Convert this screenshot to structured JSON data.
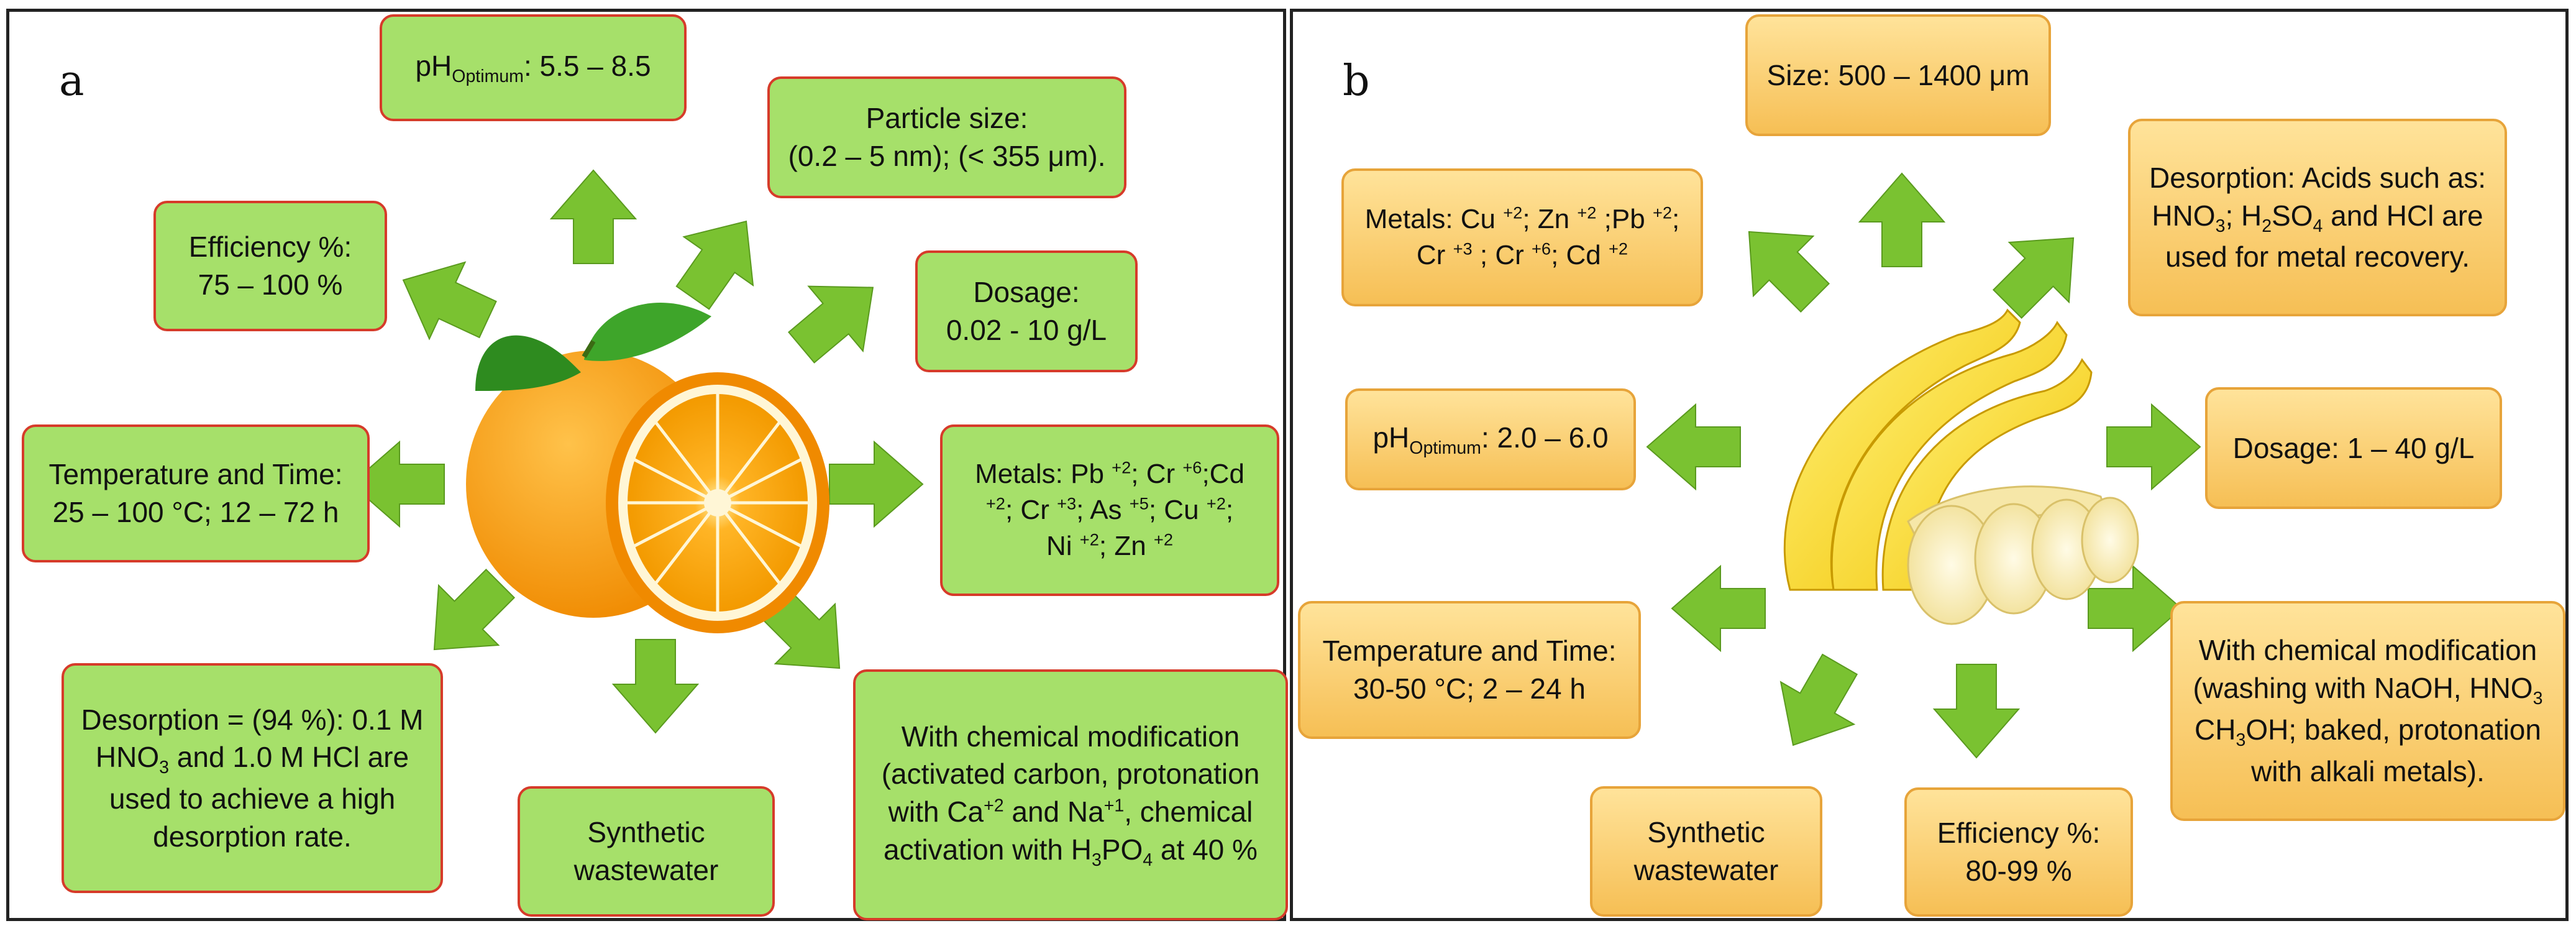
{
  "panel_a": {
    "label": "a",
    "item_ph": {
      "pre": "pH",
      "sub": "Optimum",
      "post": ": 5.5 – 8.5"
    },
    "item_particle": {
      "line1": "Particle size:",
      "line2": "(0.2 – 5 nm); (< 355 μm)."
    },
    "item_efficiency": {
      "line1": "Efficiency %:",
      "line2": "75 – 100 %"
    },
    "item_dosage": {
      "line1": "Dosage:",
      "line2": "0.02 - 10 g/L"
    },
    "item_temperature": {
      "line1": "Temperature and Time:",
      "line2": "25 – 100 °C; 12 – 72 h"
    },
    "item_metals": {
      "t1": "Metals: Pb ",
      "s1": "+2",
      "t2": "; Cr ",
      "s2": "+6",
      "t3": ";Cd",
      "s3": "+2",
      "t4": "; Cr ",
      "s4": "+3",
      "t5": "; As ",
      "s5": "+5",
      "t6": "; Cu ",
      "s6": "+2",
      "t7": ";",
      "t8": "Ni ",
      "s8": "+2",
      "t9": "; Zn ",
      "s9": "+2"
    },
    "item_desorption": {
      "line1": "Desorption = (94 %): 0.1 M",
      "l2a": "HNO",
      "l2sub": "3",
      "l2b": " and 1.0 M HCl are",
      "line3": "used to achieve a high",
      "line4": "desorption rate."
    },
    "item_synthetic": {
      "line1": "Synthetic",
      "line2": "wastewater"
    },
    "item_modification": {
      "line1": "With chemical modification",
      "line2": "(activated carbon, protonation",
      "l3a": "with  Ca",
      "l3s1": "+2",
      "l3b": " and Na",
      "l3s2": "+1",
      "l3c": ", chemical",
      "l4a": "activation with H",
      "l4s1": "3",
      "l4b": "PO",
      "l4s2": "4",
      "l4c": " at 40 %"
    }
  },
  "panel_b": {
    "label": "b",
    "item_size": {
      "text": "Size: 500 – 1400 μm"
    },
    "item_metals": {
      "t1": "Metals: Cu ",
      "s1": "+2",
      "t2": "; Zn ",
      "s2": "+2",
      "t3": " ;Pb ",
      "s3": "+2",
      "t4": ";",
      "t5": "Cr ",
      "s5": "+3",
      "t6": " ; Cr ",
      "s6": "+6",
      "t7": "; Cd ",
      "s7": "+2"
    },
    "item_desorption": {
      "line1": "Desorption: Acids such as:",
      "l2a": "HNO",
      "l2s1": "3",
      "l2b": "; H",
      "l2s2": "2",
      "l2c": "SO",
      "l2s3": "4",
      "l2d": " and HCl are",
      "line3": "used for metal recovery."
    },
    "item_ph": {
      "pre": "pH",
      "sub": "Optimum",
      "post": ": 2.0 – 6.0"
    },
    "item_dosage": {
      "text": "Dosage: 1 – 40 g/L"
    },
    "item_temperature": {
      "line1": "Temperature and Time:",
      "line2": "30-50 °C; 2 – 24 h"
    },
    "item_modification": {
      "line1": "With chemical modification",
      "l2a": "(washing with NaOH, HNO",
      "l2sub": "3",
      "l3a": "CH",
      "l3sub": "3",
      "l3b": "OH; baked, protonation",
      "line4": "with alkali metals)."
    },
    "item_synthetic": {
      "line1": "Synthetic",
      "line2": "wastewater"
    },
    "item_efficiency": {
      "line1": "Efficiency %:",
      "line2": "80-99 %"
    }
  },
  "colors": {
    "green_box": "#a6e06a",
    "green_box_border": "#d63b2a",
    "orange_box": "#f6bf55",
    "orange_box_border": "#e7a43a",
    "arrow": "#7ac231"
  }
}
